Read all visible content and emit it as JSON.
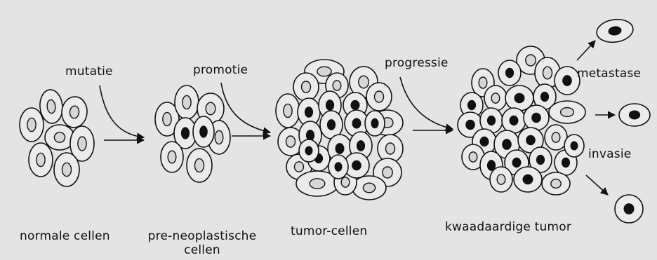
{
  "colors": {
    "background": "#e4e4e4",
    "cell_fill": "#ebebeb",
    "stroke": "#111111",
    "nucleus_dark": "#111111",
    "nucleus_light": "#d6d6d6"
  },
  "stages": [
    {
      "id": "normal",
      "label": "normale cellen"
    },
    {
      "id": "preneoplastic",
      "label_line1": "pre-neoplastische",
      "label_line2": "cellen"
    },
    {
      "id": "tumor",
      "label": "tumor-cellen"
    },
    {
      "id": "malignant",
      "label": "kwaadaardige tumor"
    }
  ],
  "processes": {
    "mutation": "mutatie",
    "promotion": "promotie",
    "progression": "progressie",
    "metastasis": "metastase",
    "invasion": "invasie"
  }
}
